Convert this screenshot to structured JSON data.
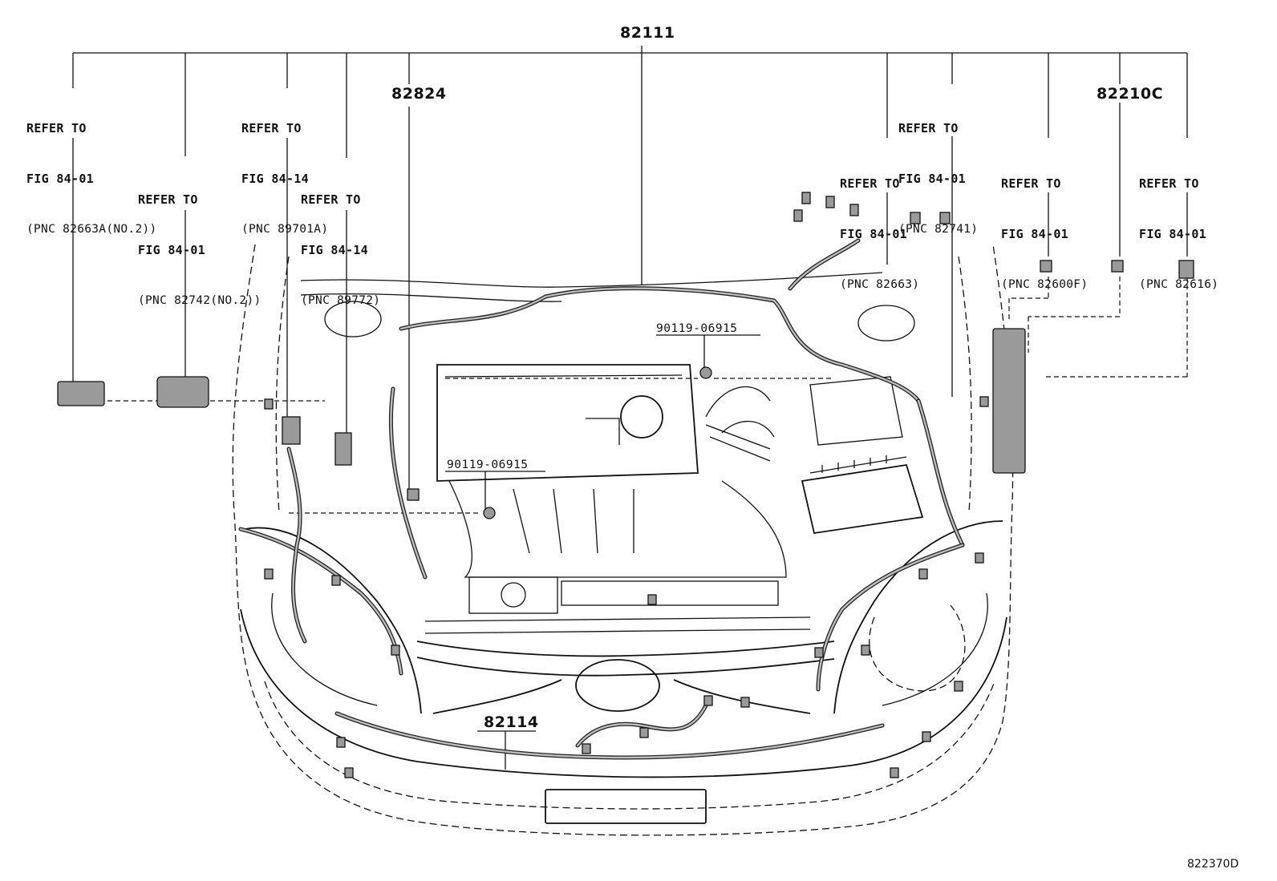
{
  "diagram": {
    "main_part": "82111",
    "harness_front": "82114",
    "relay_part": "82824",
    "ecu_part": "82210C",
    "bolt_upper": "90119-06915",
    "bolt_lower": "90119-06915",
    "figure_id": "822370D",
    "callouts": [
      {
        "line1": "REFER TO",
        "line2": "FIG 84-01",
        "line3": "(PNC 82663A(NO.2))"
      },
      {
        "line1": "REFER TO",
        "line2": "FIG 84-01",
        "line3": "(PNC 82742(NO.2))"
      },
      {
        "line1": "REFER TO",
        "line2": "FIG 84-14",
        "line3": "(PNC 89701A)"
      },
      {
        "line1": "REFER TO",
        "line2": "FIG 84-14",
        "line3": "(PNC 89772)"
      },
      {
        "line1": "REFER TO",
        "line2": "FIG 84-01",
        "line3": "(PNC 82741)"
      },
      {
        "line1": "REFER TO",
        "line2": "FIG 84-01",
        "line3": "(PNC 82663)"
      },
      {
        "line1": "REFER TO",
        "line2": "FIG 84-01",
        "line3": "(PNC 82600F)"
      },
      {
        "line1": "REFER TO",
        "line2": "FIG 84-01",
        "line3": "(PNC 82616)"
      }
    ]
  }
}
